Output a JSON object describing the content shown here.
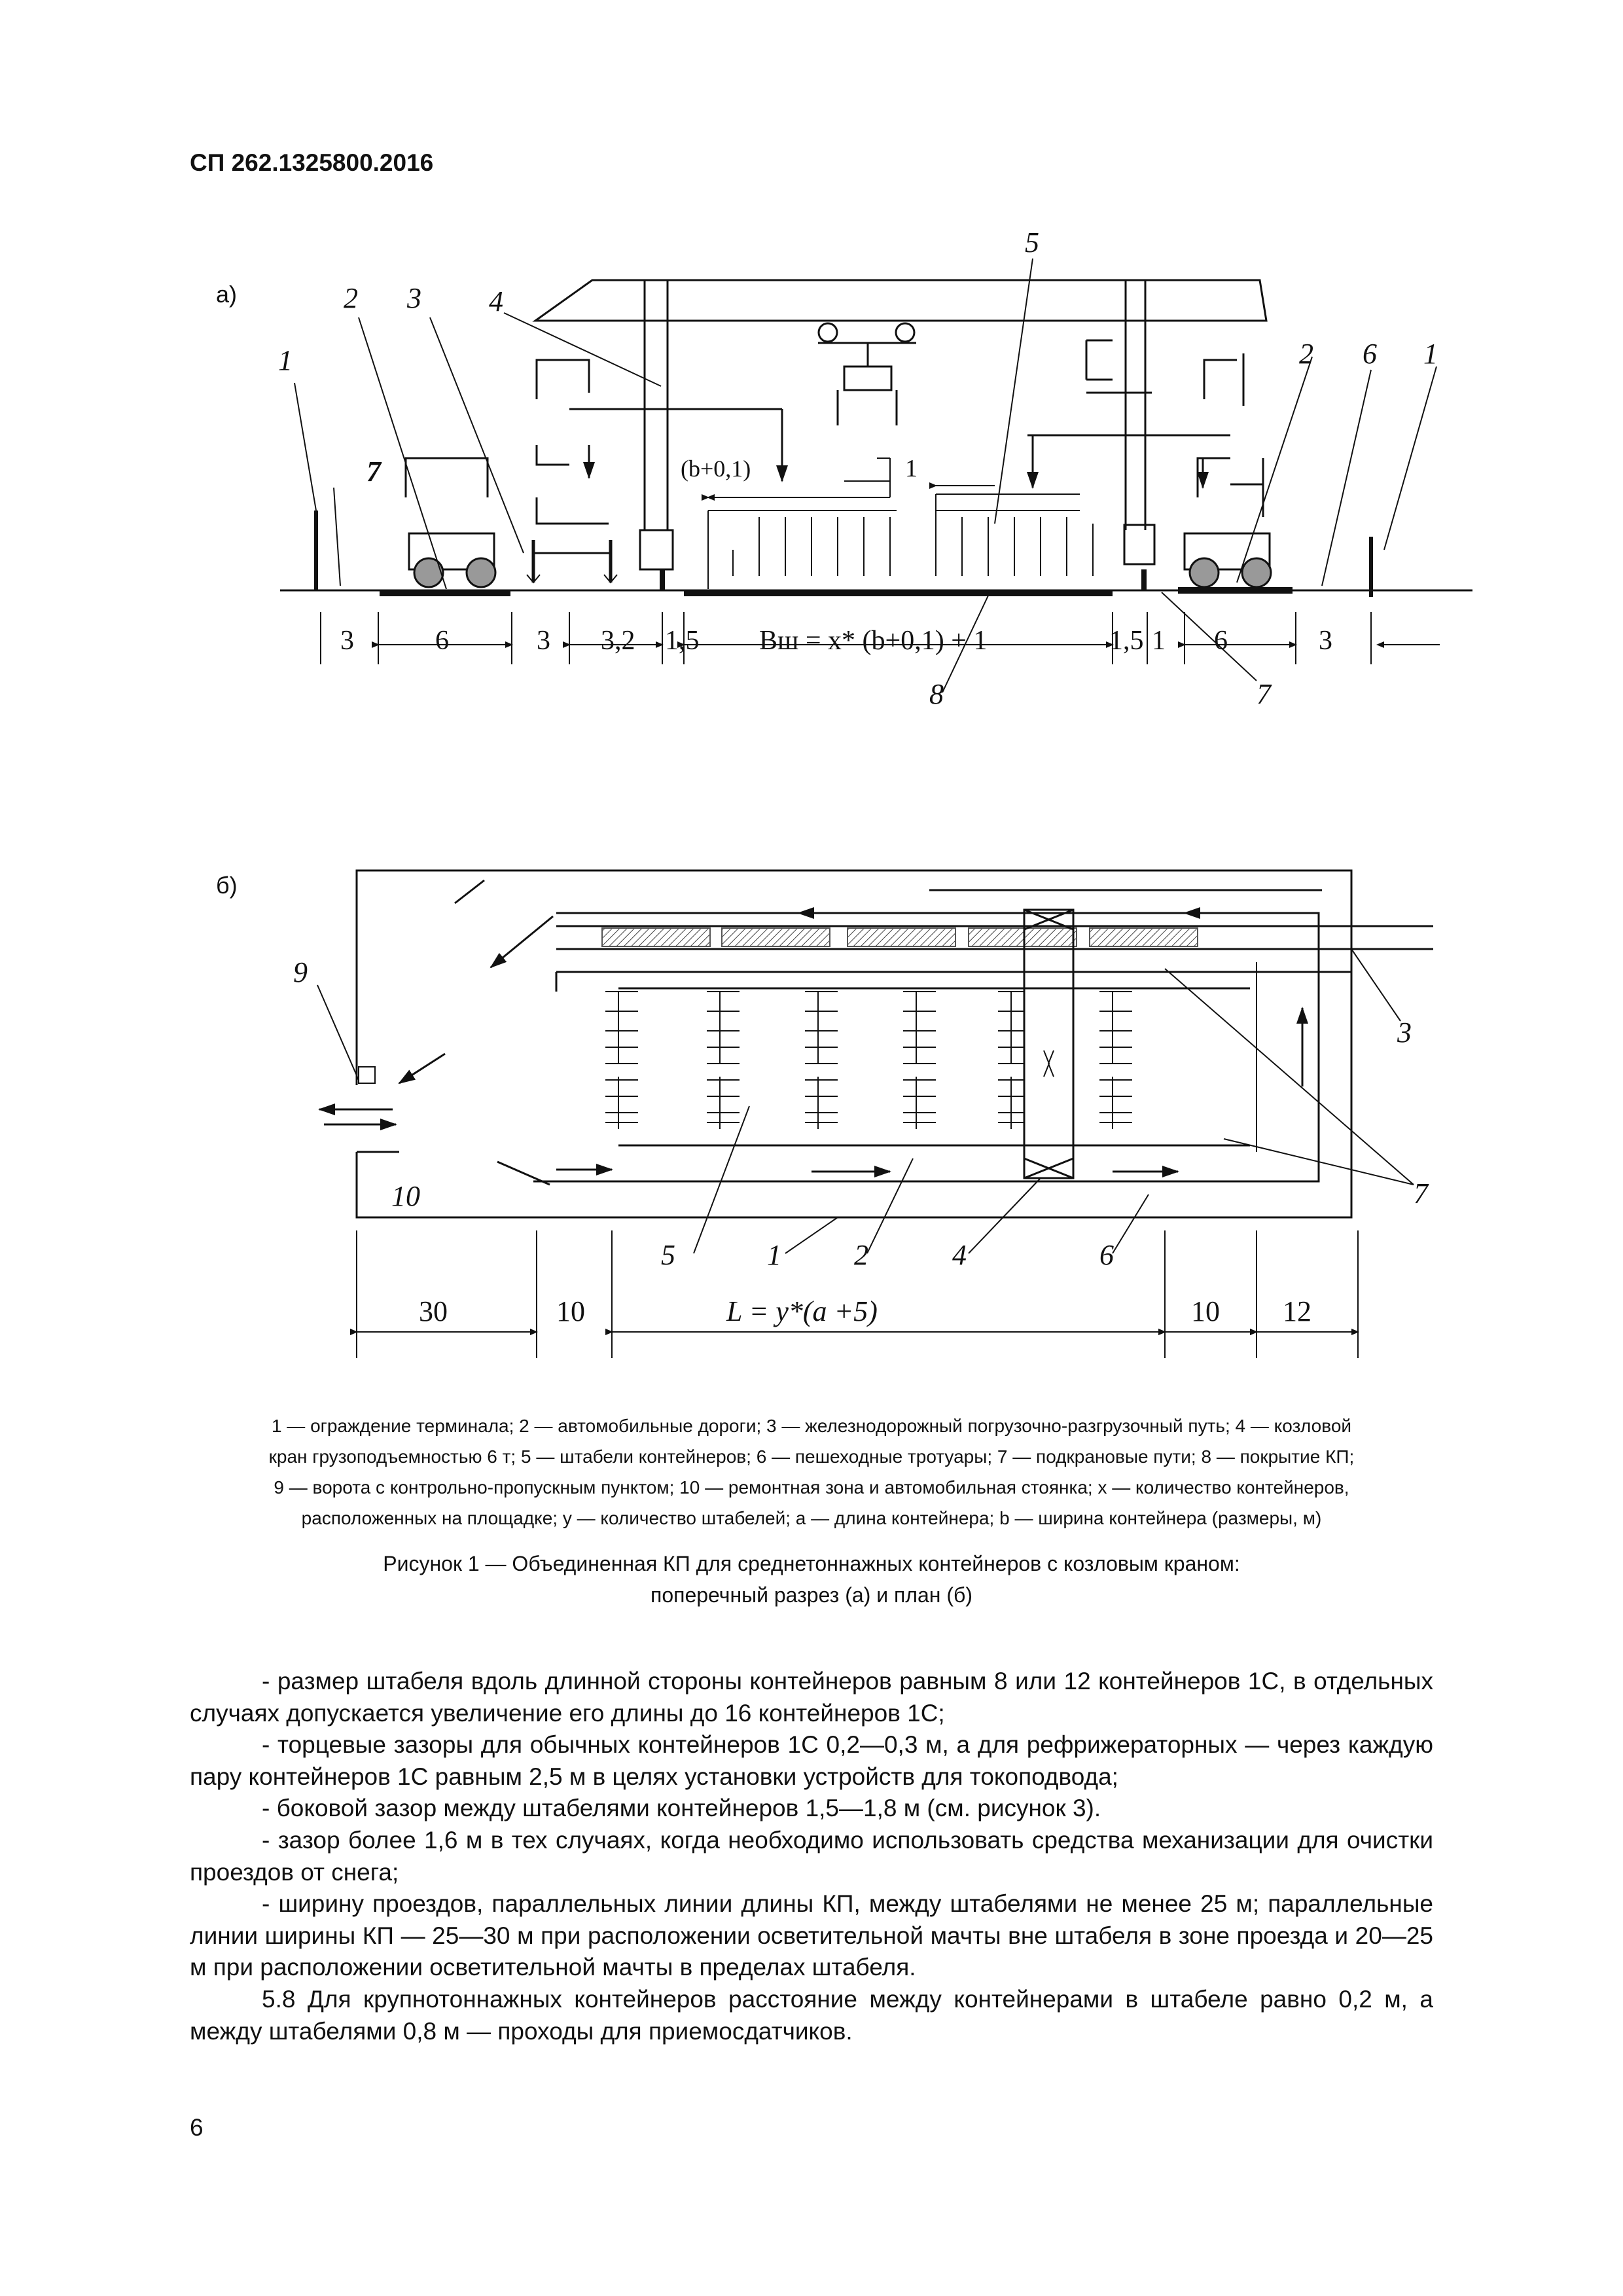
{
  "header": {
    "doc_code": "СП 262.1325800.2016"
  },
  "figure_a": {
    "panel_label": "а)",
    "callouts": [
      "1",
      "2",
      "3",
      "4",
      "5",
      "2",
      "6",
      "1",
      "7",
      "7",
      "8"
    ],
    "dimension_labels": [
      "3",
      "6",
      "3",
      "3,2",
      "1,5",
      "Вш = x* (b+0,1) + 1",
      "1,5",
      "1",
      "6",
      "3"
    ],
    "spacing_label": "(b+0,1)",
    "gap_label": "1"
  },
  "figure_b": {
    "panel_label": "б)",
    "callouts": [
      "9",
      "10",
      "3",
      "7",
      "5",
      "1",
      "2",
      "4",
      "6"
    ],
    "dimension_labels": [
      "30",
      "10",
      "L = y*(a +5)",
      "10",
      "12"
    ]
  },
  "legend_lines": [
    "1 — ограждение терминала; 2 — автомобильные дороги; 3 — железнодорожный погрузочно-разгрузочный путь; 4 — козловой",
    "кран грузоподъемностью 6 т; 5 — штабели контейнеров; 6 — пешеходные тротуары; 7 — подкрановые пути; 8 — покрытие КП;",
    "9 — ворота с контрольно-пропускным пунктом; 10 — ремонтная зона и автомобильная стоянка; x — количество контейнеров,",
    "расположенных на площадке; y — количество штабелей; a — длина контейнера; b — ширина контейнера (размеры, м)"
  ],
  "figure_title_lines": [
    "Рисунок 1 — Объединенная КП для среднетоннажных контейнеров с козловым краном:",
    "поперечный разрез (а) и план (б)"
  ],
  "paragraphs": [
    "- размер штабеля вдоль длинной стороны контейнеров равным 8 или 12 контейнеров 1С, в отдельных случаях допускается увеличение его длины до 16 контейнеров 1С;",
    "- торцевые зазоры для обычных контейнеров 1С 0,2—0,3 м, а для рефрижераторных — через каждую пару контейнеров 1С равным 2,5 м в целях установки устройств для токоподвода;",
    "- боковой зазор между штабелями контейнеров 1,5—1,8 м (см. рисунок 3).",
    "- зазор более 1,6 м в тех случаях, когда необходимо использовать средства механизации для очистки проездов от снега;",
    "- ширину проездов, параллельных линии длины КП, между штабелями не менее 25 м; параллельные линии ширины КП — 25—30 м при расположении осветительной мачты вне штабеля в зоне проезда и 20—25 м при расположении осветительной мачты в пределах штабеля.",
    "5.8 Для крупнотоннажных контейнеров расстояние между контейнерами в штабеле равно 0,2 м, а между штабелями 0,8 м — проходы для приемосдатчиков."
  ],
  "page_number": "6"
}
